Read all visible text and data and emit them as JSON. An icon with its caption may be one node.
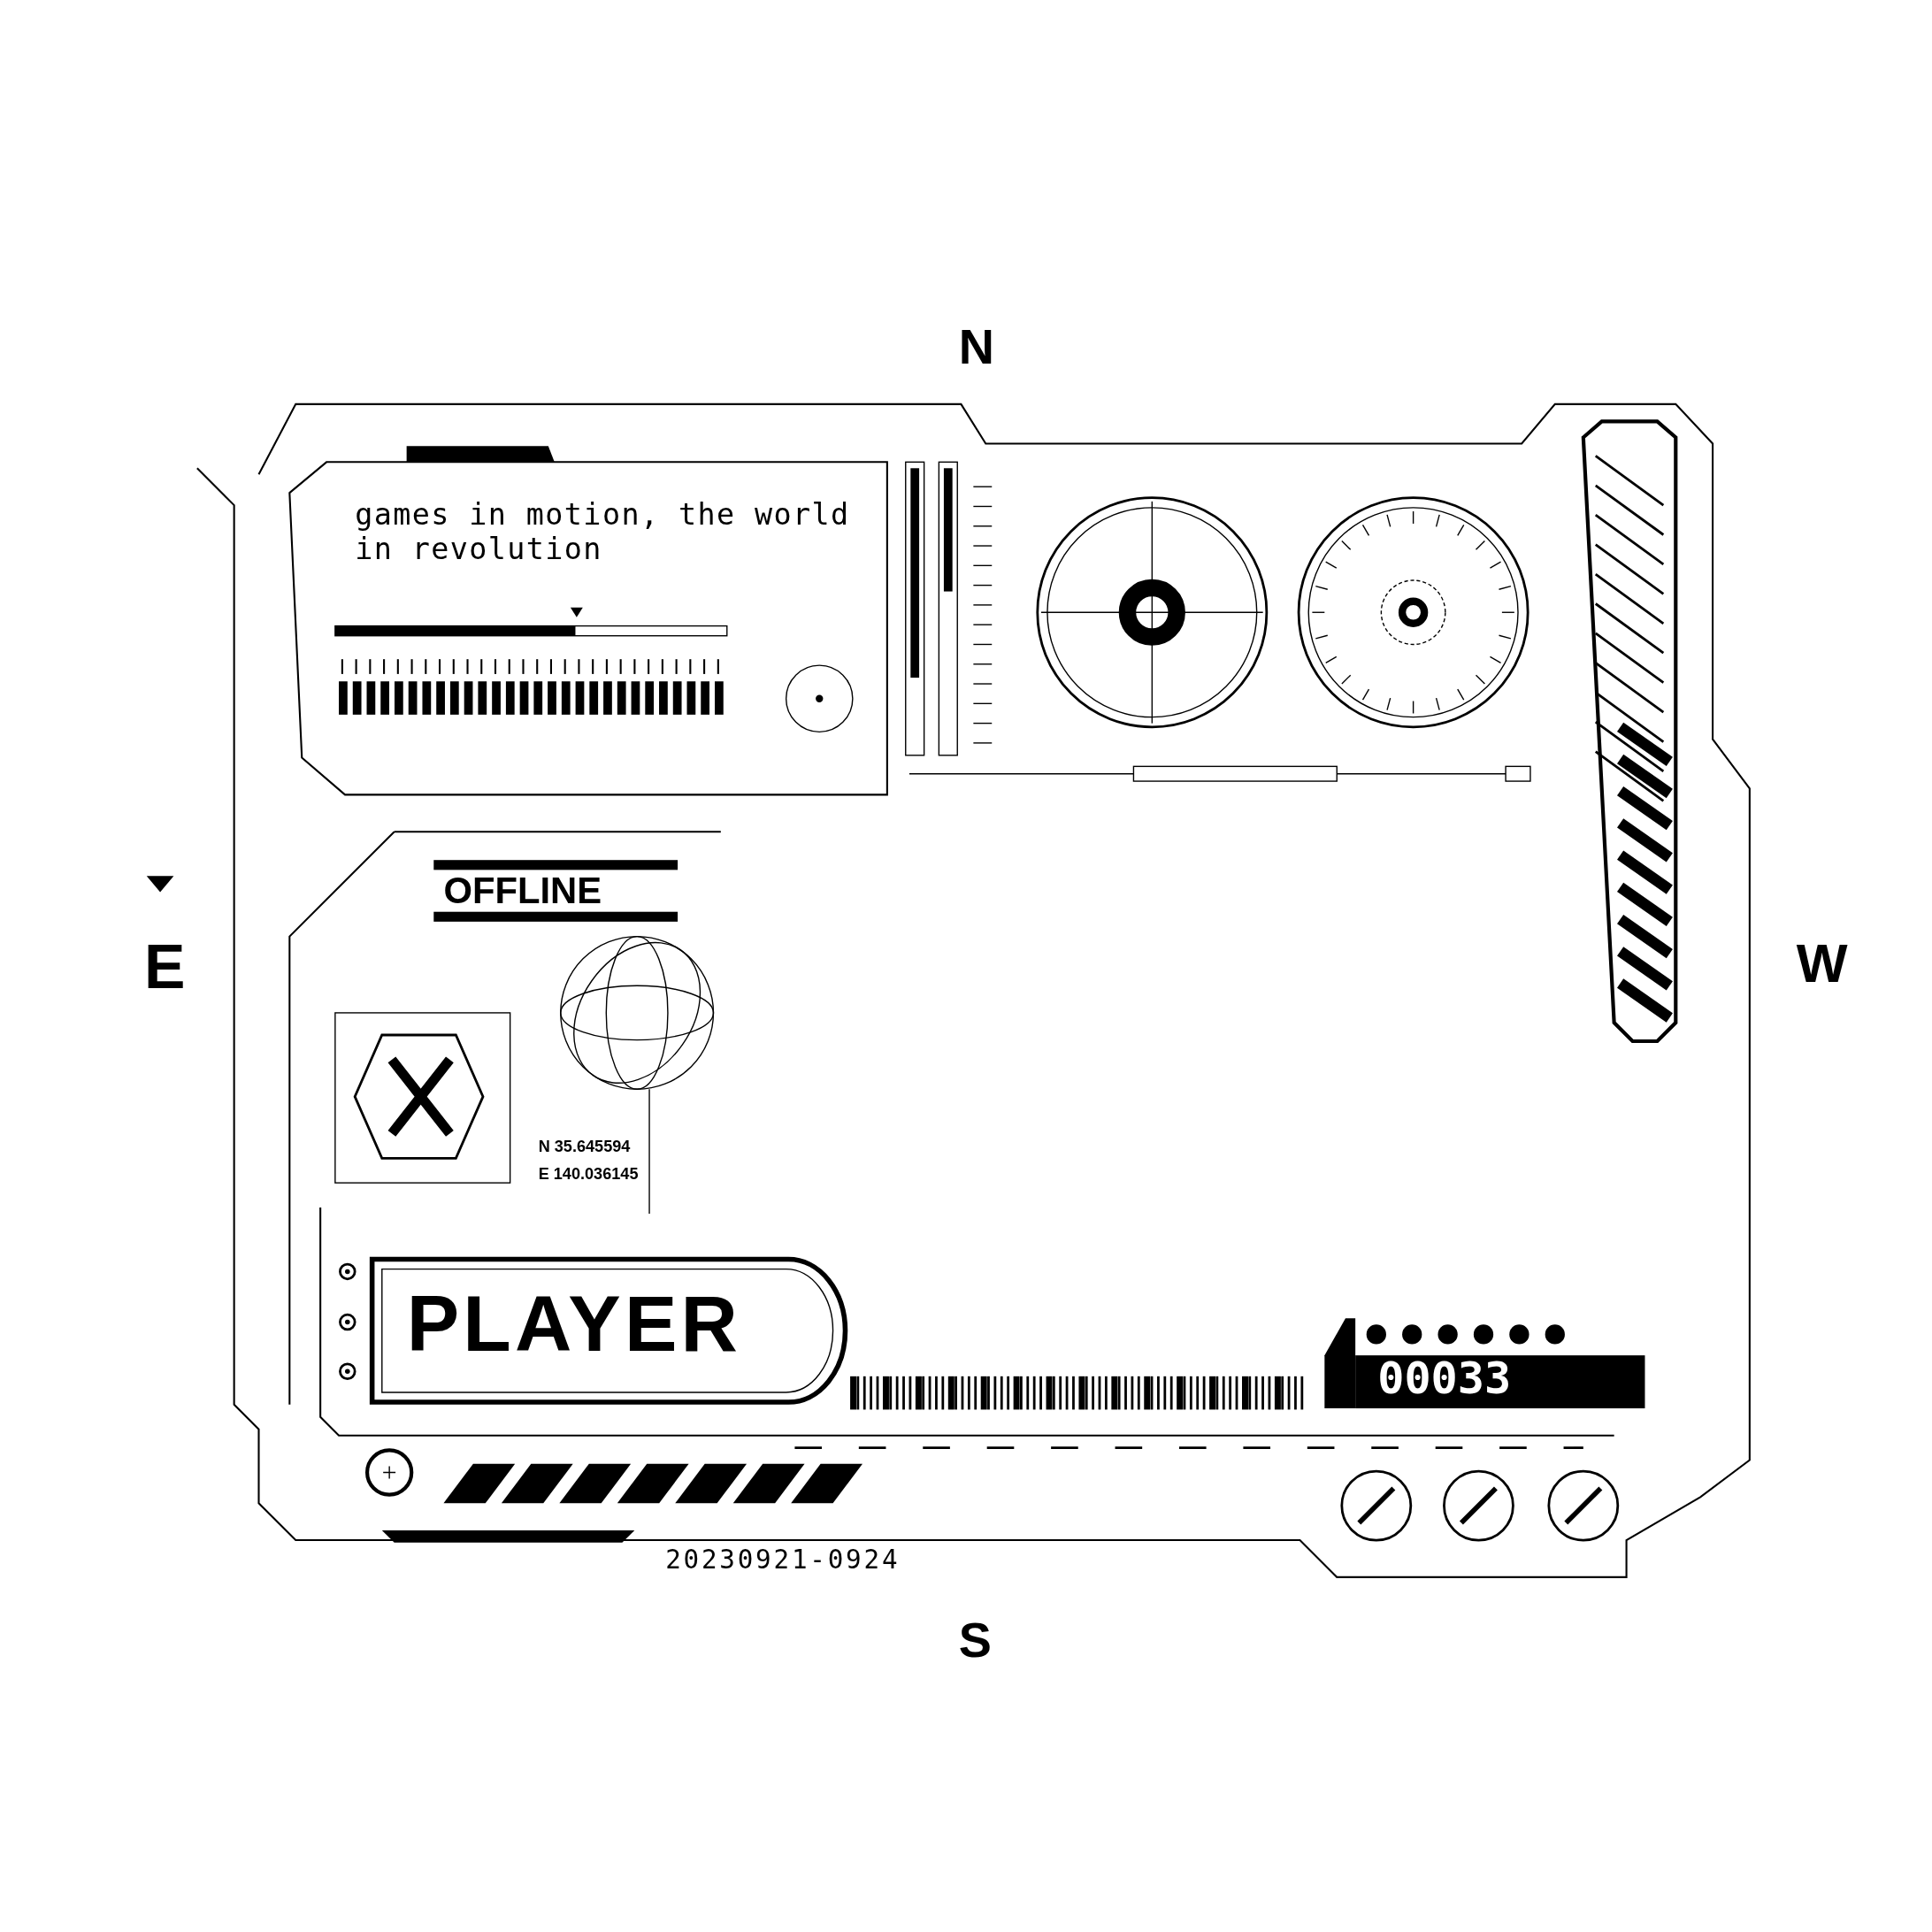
{
  "diagram": {
    "labels": [
      "N",
      "games in motion, the world in revolution",
      "OFFLINE",
      "E",
      "W",
      "N 35.645594",
      "E 140.036145",
      "PLAYER",
      "00033",
      "20230921-0924",
      "S"
    ]
  }
}
